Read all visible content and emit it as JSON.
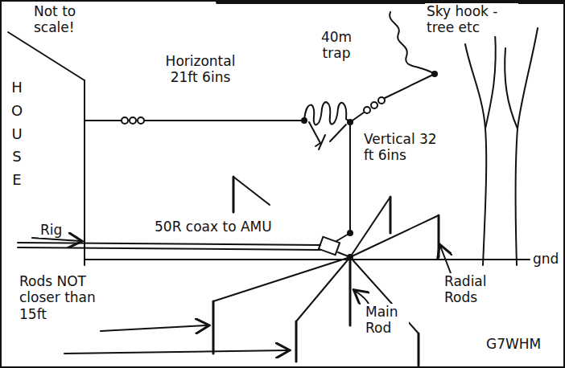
{
  "diagram": {
    "labels": [
      "Not to scale!",
      "HOUSE",
      "Horizontal 21ft 6ins",
      "40m trap",
      "Sky hook - tree etc",
      "Vertical 32 ft 6ins",
      "50R coax to AMU",
      "Rig",
      "gnd",
      "Radial Rods",
      "Main Rod",
      "Rods NOT closer than 15ft",
      "G7WHM"
    ]
  }
}
